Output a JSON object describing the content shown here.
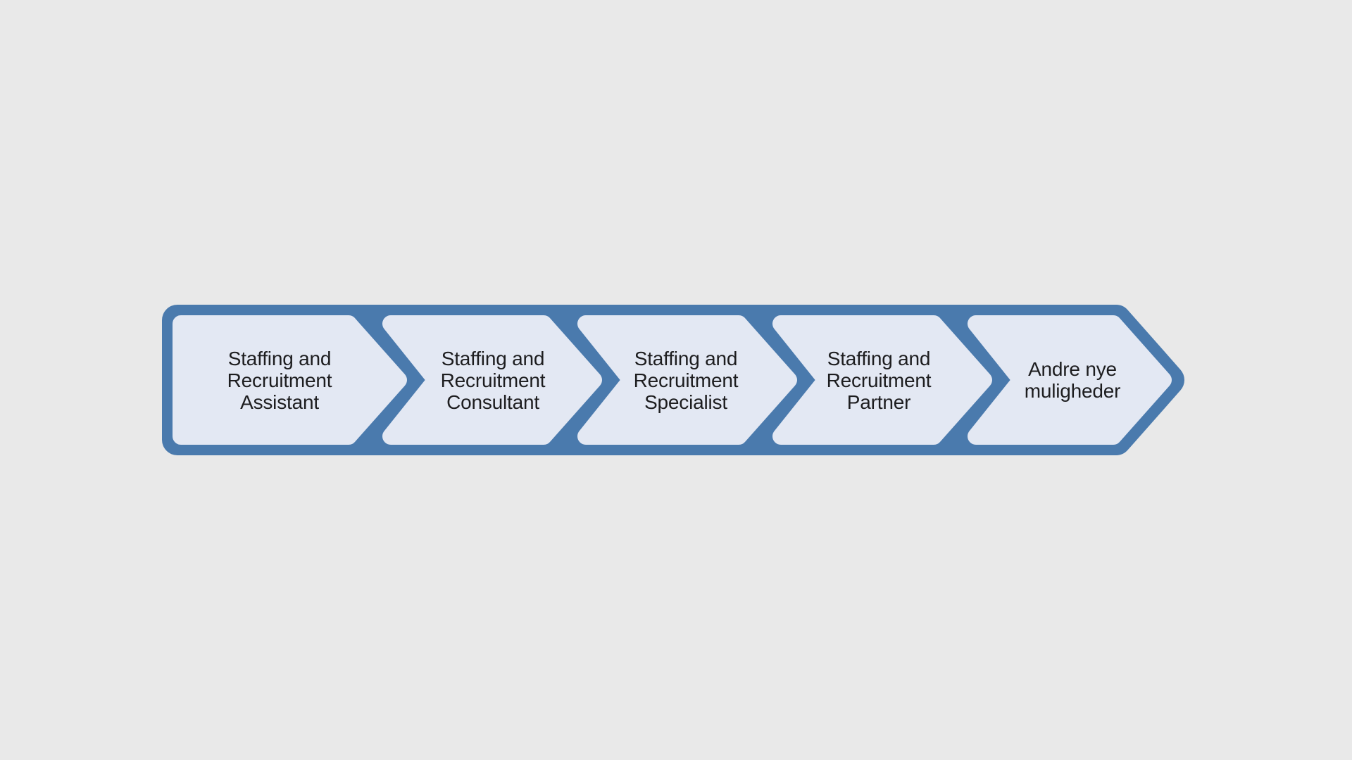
{
  "diagram": {
    "type": "process-flow-chevron",
    "direction": "left-to-right",
    "step_count": 5,
    "steps": [
      {
        "id": 1,
        "label": "Staffing and\nRecruitment\nAssistant"
      },
      {
        "id": 2,
        "label": "Staffing and\nRecruitment\nConsultant"
      },
      {
        "id": 3,
        "label": "Staffing and\nRecruitment\nSpecialist"
      },
      {
        "id": 4,
        "label": "Staffing and\nRecruitment\nPartner"
      },
      {
        "id": 5,
        "label": "Andre nye\nmuligheder"
      }
    ]
  },
  "colors": {
    "background": "#e9e9e9",
    "accent": "#4a7aad",
    "step_fill": "#e3e8f3",
    "text": "#1d1d1f"
  }
}
